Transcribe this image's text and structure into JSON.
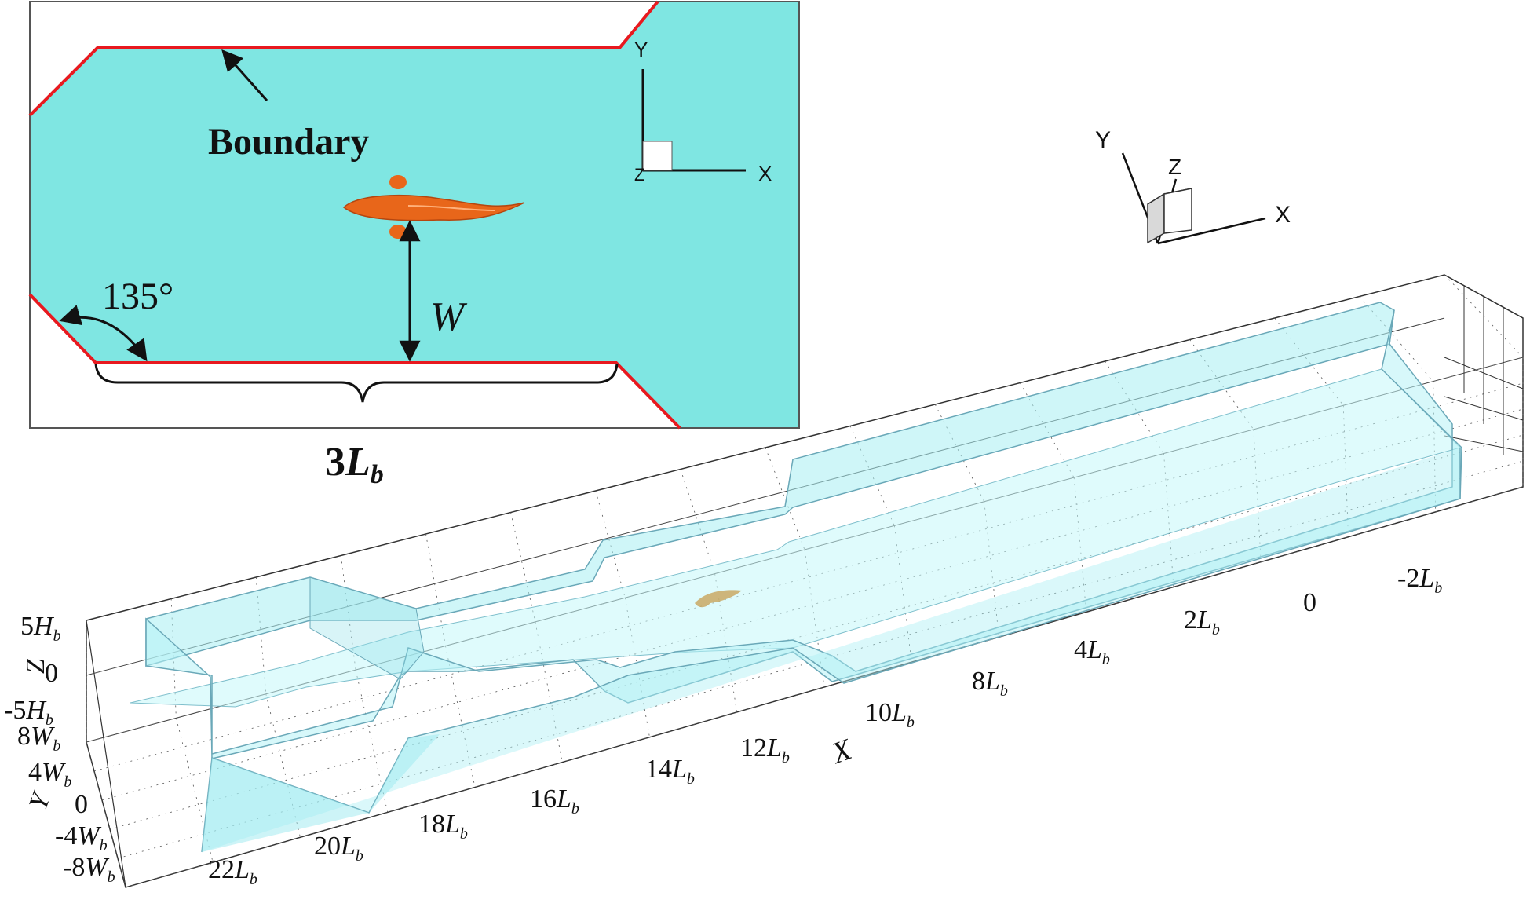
{
  "inset": {
    "boundary_label": "Boundary",
    "angle_label": "135°",
    "width_label": "W",
    "length_label": {
      "num": "3",
      "main": "L",
      "sub": "b"
    },
    "axes": {
      "x": "X",
      "y": "Y",
      "z": "Z"
    }
  },
  "triad_3d": {
    "x": "X",
    "y": "Y",
    "z": "Z"
  },
  "axis_titles": {
    "x": "X",
    "y": "Y",
    "z": "Z"
  },
  "x_ticks": [
    {
      "num": "22",
      "main": "L",
      "sub": "b"
    },
    {
      "num": "20",
      "main": "L",
      "sub": "b"
    },
    {
      "num": "18",
      "main": "L",
      "sub": "b"
    },
    {
      "num": "16",
      "main": "L",
      "sub": "b"
    },
    {
      "num": "14",
      "main": "L",
      "sub": "b"
    },
    {
      "num": "12",
      "main": "L",
      "sub": "b"
    },
    {
      "num": "10",
      "main": "L",
      "sub": "b"
    },
    {
      "num": "8",
      "main": "L",
      "sub": "b"
    },
    {
      "num": "4",
      "main": "L",
      "sub": "b"
    },
    {
      "num": "2",
      "main": "L",
      "sub": "b"
    },
    {
      "num": "0",
      "main": "",
      "sub": ""
    },
    {
      "num": "-2",
      "main": "L",
      "sub": "b"
    }
  ],
  "z_ticks": [
    {
      "num": "5",
      "main": "H",
      "sub": "b"
    },
    {
      "num": "0",
      "main": "",
      "sub": ""
    },
    {
      "num": "-5",
      "main": "H",
      "sub": "b"
    }
  ],
  "y_ticks": [
    {
      "num": "8",
      "main": "W",
      "sub": "b"
    },
    {
      "num": "4",
      "main": "W",
      "sub": "b"
    },
    {
      "num": "0",
      "main": "",
      "sub": ""
    },
    {
      "num": "-4",
      "main": "W",
      "sub": "b"
    },
    {
      "num": "-8",
      "main": "W",
      "sub": "b"
    }
  ],
  "colors": {
    "fluid": "#7fe6e2",
    "fluid_3d": "#a8eef2",
    "boundary": "#e8191f",
    "fish": "#e8661a",
    "frame": "#333333"
  }
}
